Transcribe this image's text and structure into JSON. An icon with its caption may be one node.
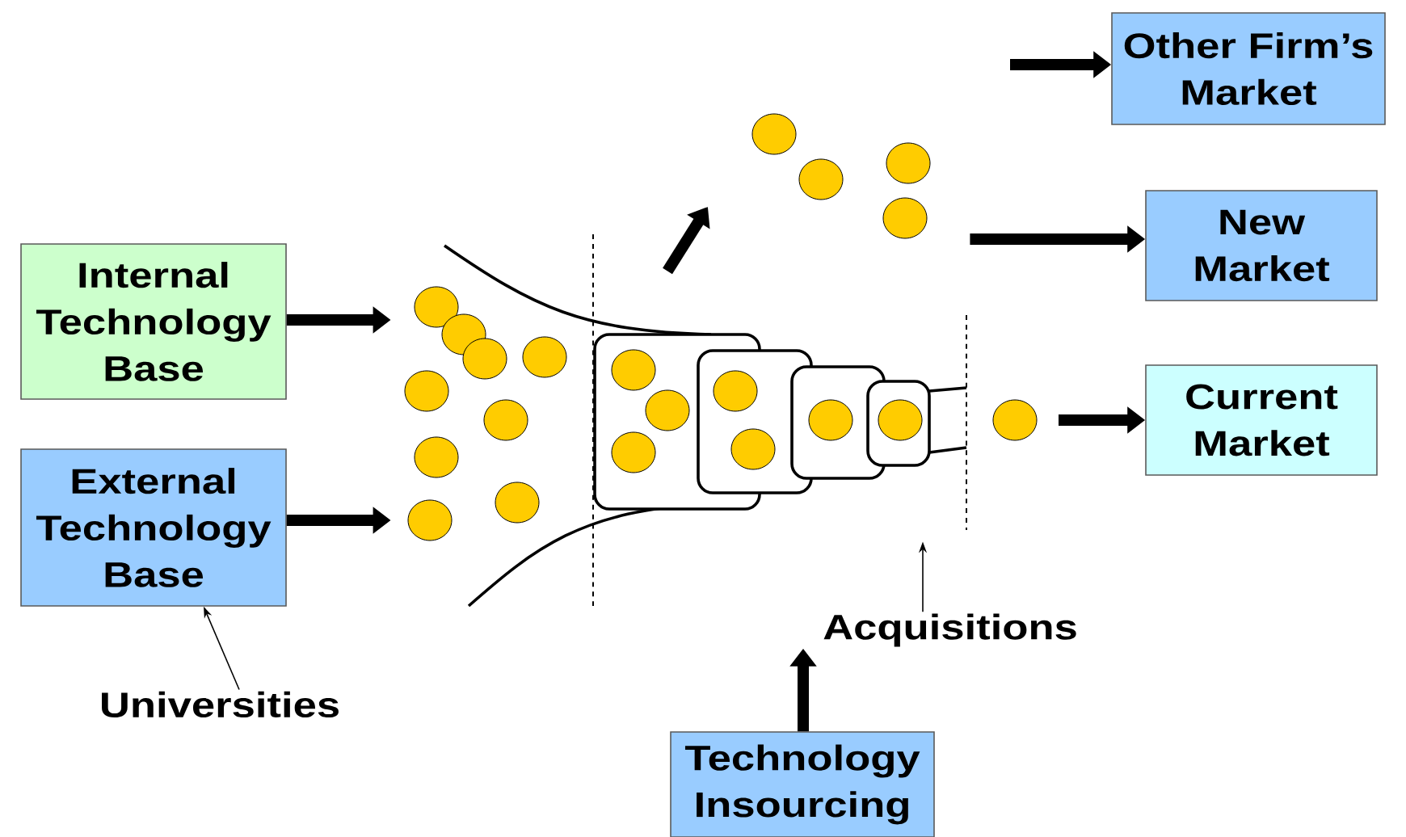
{
  "diagram": {
    "nodes": [
      {
        "text": [
          "Internal Technology Base"
        ]
      },
      {
        "text": [
          "External Technology Base"
        ]
      },
      {
        "text": [
          "Universities"
        ]
      },
      {
        "text": [
          "Other Firm’s Market"
        ]
      },
      {
        "text": [
          "New Market"
        ]
      },
      {
        "text": [
          "Current Market"
        ]
      },
      {
        "text": [
          "Technology Insourcing"
        ]
      },
      {
        "text": [
          "Acquisitions"
        ]
      },
      {
        "text": [],
        "shape": "funnel"
      }
    ],
    "edges": [
      {
        "from": 0,
        "to": 8,
        "arrow": "to"
      },
      {
        "from": 1,
        "to": 8,
        "arrow": "to"
      },
      {
        "from": 2,
        "to": 1,
        "arrow": "to"
      },
      {
        "from": 8,
        "to": null,
        "arrow": "to"
      },
      {
        "from": null,
        "to": 3,
        "arrow": "to"
      },
      {
        "from": 8,
        "to": 4,
        "arrow": "to"
      },
      {
        "from": null,
        "to": 5,
        "arrow": "to"
      },
      {
        "from": 6,
        "to": 7,
        "arrow": "to"
      },
      {
        "from": 7,
        "to": 8,
        "arrow": "to"
      }
    ]
  }
}
